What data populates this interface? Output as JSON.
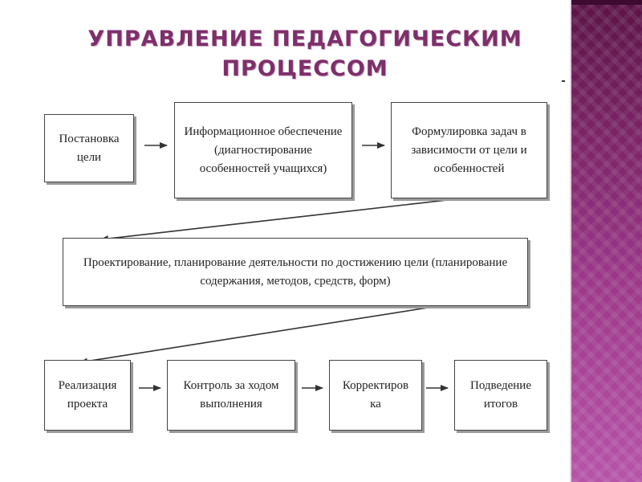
{
  "title": {
    "line1": "УПРАВЛЕНИЕ ПЕДАГОГИЧЕСКИМ",
    "line2": "ПРОЦЕССОМ"
  },
  "steps": [
    {
      "lines": [
        "Постановка",
        "цели"
      ]
    },
    {
      "lines": [
        "Информационное обеспечение",
        "(диагностирование",
        "особенностей учащихся)"
      ]
    },
    {
      "lines": [
        "Формулировка задач в",
        "зависимости от цели и",
        "особенностей"
      ]
    },
    {
      "lines": [
        "Проектирование, планирование деятельности по достижению цели (планирование",
        "содержания, методов, средств, форм)"
      ]
    },
    {
      "lines": [
        "Реализация",
        "проекта"
      ]
    },
    {
      "lines": [
        "Контроль за ходом",
        "выполнения"
      ]
    },
    {
      "lines": [
        "Корректиров",
        "ка"
      ]
    },
    {
      "lines": [
        "Подведение",
        "итогов"
      ]
    }
  ],
  "colors": {
    "title": "#7e2f6b",
    "side_strip": "#8a2e78",
    "box_border": "#444444",
    "arrow": "#333333"
  }
}
